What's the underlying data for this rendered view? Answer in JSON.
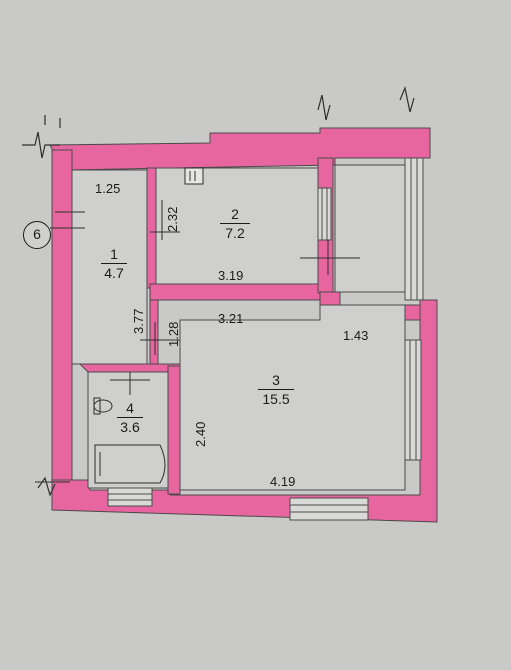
{
  "floor_plan": {
    "axis_marker": "6",
    "rooms": [
      {
        "number": "1",
        "area": "4.7"
      },
      {
        "number": "2",
        "area": "7.2"
      },
      {
        "number": "3",
        "area": "15.5"
      },
      {
        "number": "4",
        "area": "3.6"
      }
    ],
    "dimensions": {
      "hall_width": "1.25",
      "hall_length": "3.77",
      "room2_depth": "2.32",
      "room2_width": "3.19",
      "room3_width_top": "3.21",
      "room3_width_bottom": "4.19",
      "room3_depth": "2.40",
      "room3_recess": "1.43",
      "door_width": "1.28"
    },
    "colors": {
      "wall_fill": "#e8669f",
      "wall_outline": "#4a4a4a",
      "background": "#c9c9c7"
    }
  }
}
